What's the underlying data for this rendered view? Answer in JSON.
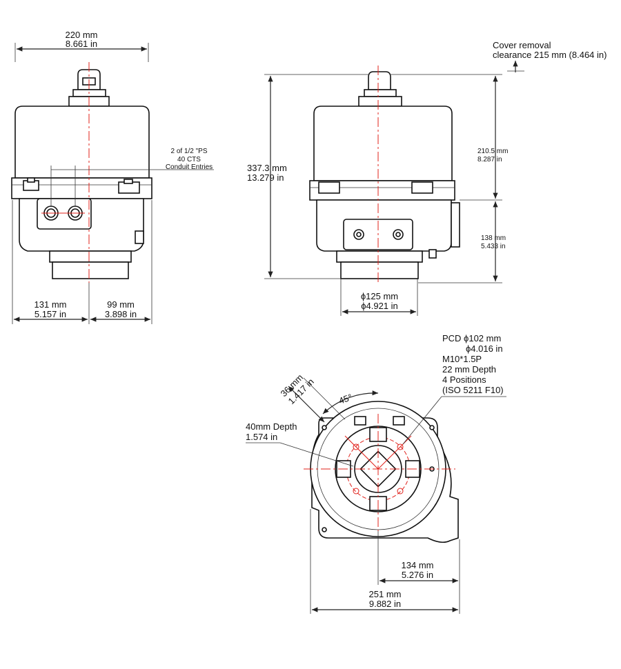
{
  "front_view": {
    "width_mm": "220 mm",
    "width_in": "8.661 in",
    "conduit_line1": "2 of 1/2 \"PS",
    "conduit_line2": "40 CTS",
    "conduit_line3": "Conduit Entries",
    "left_mm": "131 mm",
    "left_in": "5.157 in",
    "right_mm": "99 mm",
    "right_in": "3.898 in"
  },
  "side_view": {
    "cover_note_line1": "Cover removal",
    "cover_note_line2": "clearance 215 mm (8.464 in)",
    "height_mm": "337.3 mm",
    "height_in": "13.279 in",
    "upper_mm": "210.5 mm",
    "upper_in": "8.287 in",
    "lower_mm": "138 mm",
    "lower_in": "5.433 in",
    "dia_mm": "ϕ125 mm",
    "dia_in": "ϕ4.921 in"
  },
  "bottom_view": {
    "pcd_line1": "PCD ϕ102 mm",
    "pcd_line2": "ϕ4.016 in",
    "thread": "M10*1.5P",
    "thread_depth": "22 mm Depth",
    "positions": "4 Positions",
    "iso": "(ISO 5211 F10)",
    "slot_mm": "36 mm",
    "slot_in": "1.417 in",
    "angle": "45°",
    "depth_mm": "40mm Depth",
    "depth_in": "1.574 in",
    "offset_mm": "134 mm",
    "offset_in": "5.276 in",
    "width_mm": "251 mm",
    "width_in": "9.882 in"
  }
}
